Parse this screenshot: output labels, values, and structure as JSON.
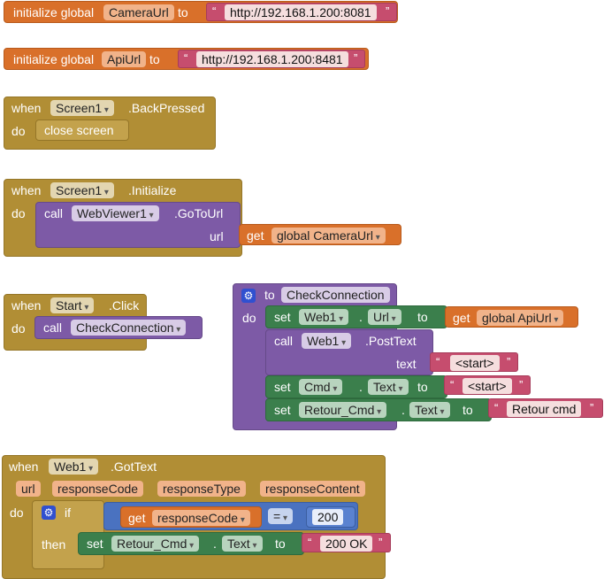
{
  "b1": {
    "init": "initialize global",
    "var": "CameraUrl",
    "to": "to",
    "value": "http://192.168.1.200:8081",
    "q1": "“",
    "q2": "”"
  },
  "b2": {
    "init": "initialize global",
    "var": "ApiUrl",
    "to": "to",
    "value": "http://192.168.1.200:8481",
    "q1": "“",
    "q2": "”"
  },
  "b3": {
    "when": "when",
    "component": "Screen1",
    "event": ".BackPressed",
    "do": "do",
    "action": "close screen"
  },
  "b4": {
    "when": "when",
    "component": "Screen1",
    "event": ".Initialize",
    "do": "do",
    "call": "call",
    "target": "WebViewer1",
    "method": ".GoToUrl",
    "param": "url",
    "get": "get",
    "getvar": "global CameraUrl"
  },
  "b5": {
    "when": "when",
    "component": "Start",
    "event": ".Click",
    "do": "do",
    "call": "call",
    "proc": "CheckConnection"
  },
  "b6": {
    "to": "to",
    "name": "CheckConnection",
    "do": "do",
    "r1": {
      "set": "set",
      "comp": "Web1",
      "dot": ".",
      "prop": "Url",
      "to": "to",
      "get": "get",
      "getvar": "global ApiUrl"
    },
    "r2": {
      "call": "call",
      "comp": "Web1",
      "method": ".PostText",
      "param": "text",
      "value": "<start>"
    },
    "r3": {
      "set": "set",
      "comp": "Cmd",
      "dot": ".",
      "prop": "Text",
      "to": "to",
      "value": "<start>"
    },
    "r4": {
      "set": "set",
      "comp": "Retour_Cmd",
      "dot": ".",
      "prop": "Text",
      "to": "to",
      "value": "Retour cmd"
    }
  },
  "b7": {
    "when": "when",
    "component": "Web1",
    "event": ".GotText",
    "params": [
      "url",
      "responseCode",
      "responseType",
      "responseContent"
    ],
    "do": "do",
    "if": "if",
    "then": "then",
    "get": "get",
    "getvar": "responseCode",
    "op": "=",
    "num": "200",
    "set": "set",
    "comp": "Retour_Cmd",
    "dot": ".",
    "prop": "Text",
    "to": "to",
    "value": "200 OK"
  }
}
